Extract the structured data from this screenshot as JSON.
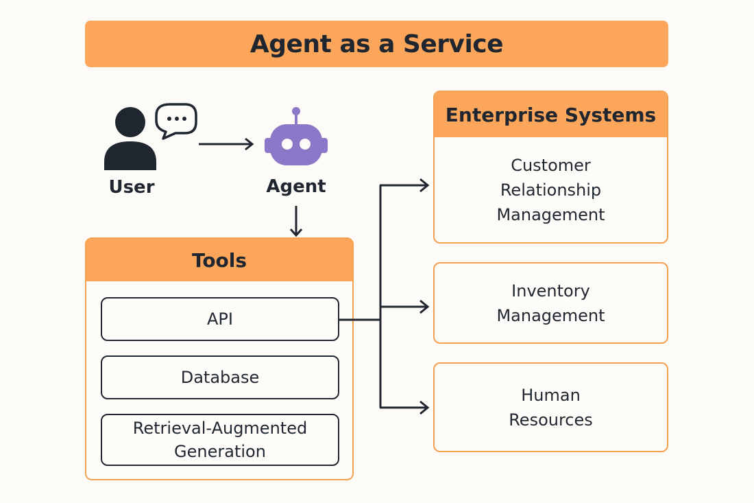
{
  "title": "Agent as a Service",
  "user": {
    "label": "User",
    "icon": "user-icon",
    "bubble_icon": "chat-bubble-icon"
  },
  "agent": {
    "label": "Agent",
    "icon": "robot-icon",
    "color": "#8a78c8"
  },
  "tools": {
    "heading": "Tools",
    "items": [
      "API",
      "Database",
      "Retrieval-Augmented Generation"
    ]
  },
  "enterprise": {
    "heading": "Enterprise Systems",
    "items": [
      "Customer Relationship Management",
      "Inventory Management",
      "Human Resources"
    ]
  },
  "colors": {
    "accent": "#fba65a",
    "border": "#f5a04f",
    "ink": "#1f2630",
    "background": "#fcfbf7"
  }
}
